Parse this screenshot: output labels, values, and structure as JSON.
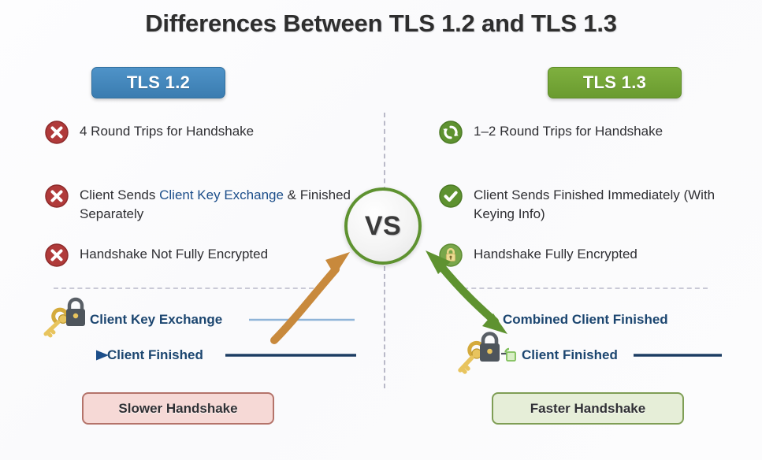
{
  "header": {
    "title": "Differences Between TLS 1.2 and TLS 1.3"
  },
  "center": {
    "vs_label": "VS"
  },
  "left": {
    "badge_label": "TLS 1.2",
    "badge_color": "#3a7cb0",
    "bullets": [
      {
        "icon": "x-circle-icon",
        "text": "4 Round Trips for Handshake"
      },
      {
        "icon": "x-circle-icon",
        "text_before": "Client Sends ",
        "text_highlight": "Client Key Exchange",
        "text_after": " & Finished Separately"
      },
      {
        "icon": "x-circle-icon",
        "text": "Handshake Not Fully Encrypted"
      }
    ],
    "flow": {
      "step1_label": "Client Key Exchange",
      "step2_label": "Client Finished"
    },
    "pill_label": "Slower Handshake",
    "pill_color": "#f6d9d6"
  },
  "right": {
    "badge_label": "TLS 1.3",
    "badge_color": "#6a9b2f",
    "bullets": [
      {
        "icon": "refresh-circle-icon",
        "text": "1–2 Round Trips for Handshake"
      },
      {
        "icon": "check-circle-icon",
        "text": "Client Sends Finished Immediately (With Keying Info)"
      },
      {
        "icon": "lock-circle-icon",
        "text": "Handshake Fully Encrypted"
      }
    ],
    "flow": {
      "step1_label": "Combined Client Finished",
      "step2_label": "Client Finished"
    },
    "pill_label": "Faster Handshake",
    "pill_color": "#e6eed8"
  },
  "colors": {
    "negative": "#b03a3a",
    "positive": "#5e9230",
    "link_blue": "#1c4e8a",
    "flow_text": "#1c4670",
    "arrow_left": "#c8893c",
    "arrow_right": "#5e9230"
  }
}
